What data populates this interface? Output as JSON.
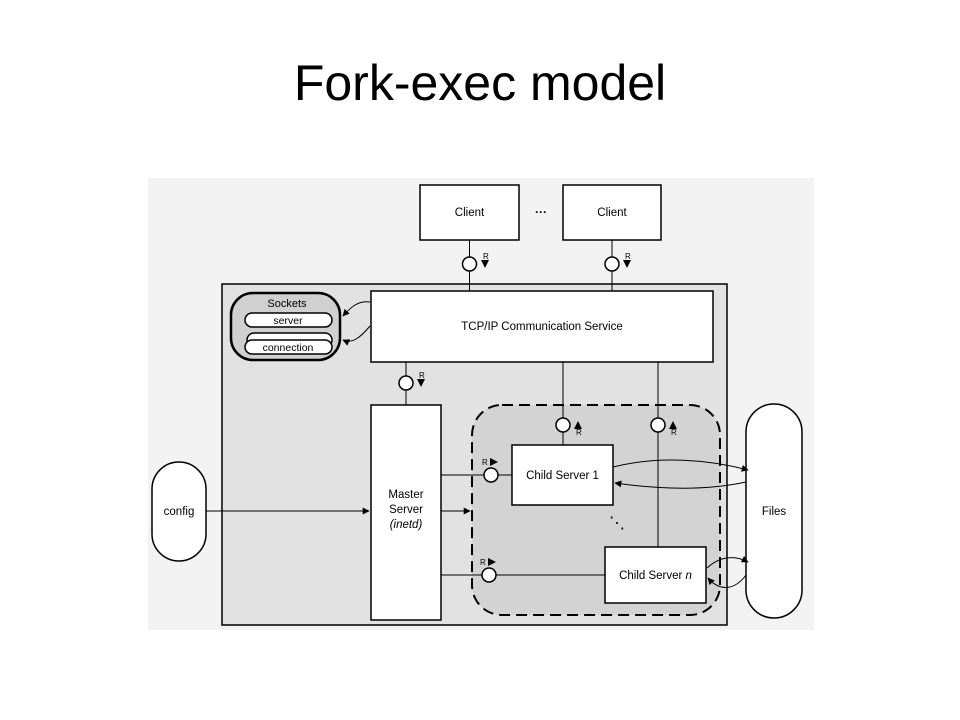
{
  "slide": {
    "title": "Fork-exec model"
  },
  "diagram": {
    "clients": [
      "Client",
      "Client"
    ],
    "client_separator": "···",
    "interface_label": "R",
    "tcp_service": "TCP/IP Communication Service",
    "sockets": {
      "title": "Sockets",
      "items": [
        "server",
        "connection"
      ]
    },
    "master_server": {
      "line1": "Master",
      "line2": "Server",
      "line3": "(inetd)"
    },
    "child_servers": {
      "first": "Child Server 1",
      "last_prefix": "Child Server ",
      "last_suffix": "n"
    },
    "child_dots": "⋱",
    "config": "config",
    "files": "Files"
  }
}
